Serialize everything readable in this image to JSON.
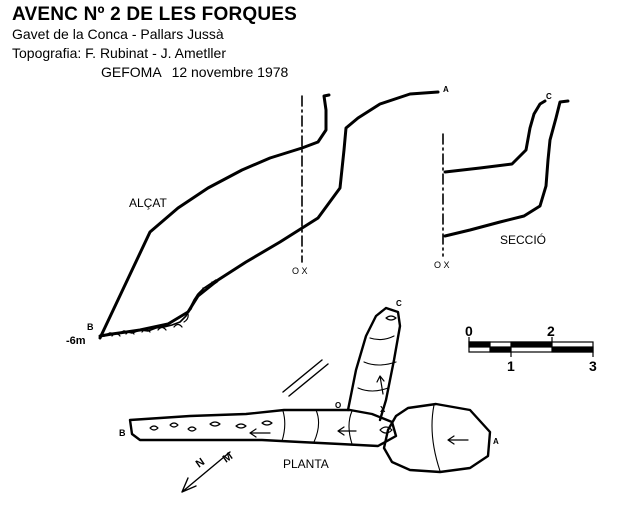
{
  "header": {
    "title": "AVENC Nº 2 DE LES FORQUES",
    "subtitle": "Gavet de la Conca - Pallars Jussà",
    "topografia": "Topografia: F. Rubinat   - J. Ametller",
    "group": "GEFOMA",
    "date": "12   novembre 1978"
  },
  "elevation": {
    "label": "ALÇAT",
    "point_a": "A",
    "point_b": "B",
    "depth": "-6m",
    "ox": "O X"
  },
  "section": {
    "label": "SECCIÓ",
    "point_c": "C",
    "ox": "O X"
  },
  "plan": {
    "label": "PLANTA",
    "point_a": "A",
    "point_b": "B",
    "point_c": "C",
    "point_o": "O",
    "point_x": "X",
    "north": "N",
    "magnetic": "M"
  },
  "scale": {
    "labels_top": [
      "0",
      "2"
    ],
    "labels_bottom": [
      "1",
      "3"
    ]
  }
}
